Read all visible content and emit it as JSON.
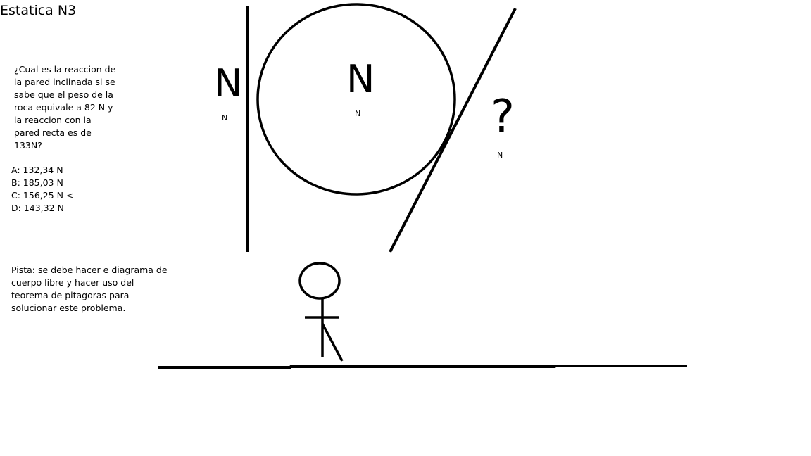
{
  "title": "Estatica N3",
  "question": {
    "lines": [
      "¿Cual es la reaccion de",
      "la pared inclinada si se",
      "sabe que el peso de la",
      "roca equivale a 82 N y",
      "la reaccion con la",
      "pared recta es de",
      "133N?"
    ]
  },
  "options": [
    "A: 132,34 N",
    "B: 185,03 N",
    "C: 156,25 N <-",
    "D: 143,32 N"
  ],
  "hint": {
    "lines": [
      "Pista: se debe hacer e diagrama de",
      "cuerpo libre y hacer uso del",
      "teorema de pitagoras para",
      "solucionar este problema."
    ]
  },
  "diagram": {
    "wall_label": "N",
    "wall_unit": "N",
    "rock_label": "N",
    "rock_unit": "N",
    "incline_label": "?",
    "incline_unit": "N"
  }
}
